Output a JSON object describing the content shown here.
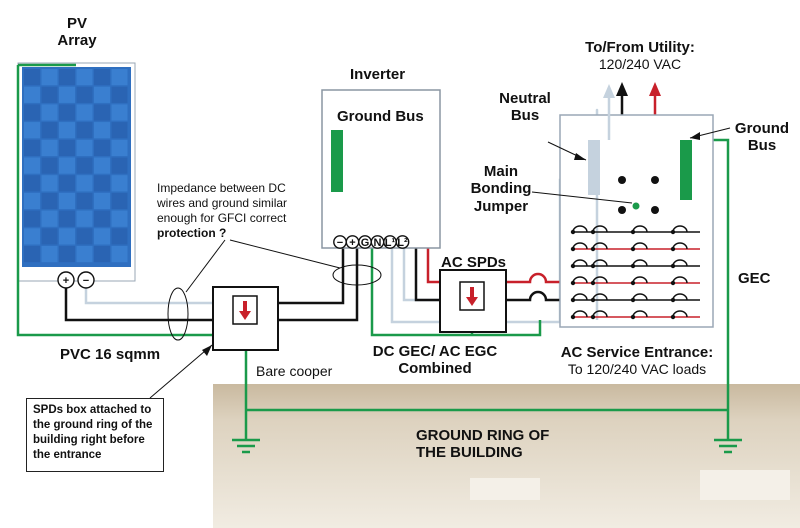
{
  "labels": {
    "pv_array_line1": "PV",
    "pv_array_line2": "Array",
    "inverter": "Inverter",
    "inverter_ground_bus": "Ground Bus",
    "to_from_utility_line1": "To/From Utility:",
    "to_from_utility_line2": "120/240 VAC",
    "neutral_bus_line1": "Neutral",
    "neutral_bus_line2": "Bus",
    "panel_ground_bus_line1": "Ground",
    "panel_ground_bus_line2": "Bus",
    "main_bonding_line1": "Main",
    "main_bonding_line2": "Bonding",
    "main_bonding_line3": "Jumper",
    "impedance_note_line1": "Impedance between DC",
    "impedance_note_line2": "wires and ground similar",
    "impedance_note_line3": "enough for GFCI correct",
    "impedance_note_line4": "protection ?",
    "ac_spds": "AC SPDs",
    "gec": "GEC",
    "pvc": "PVC 16 sqmm",
    "bare_cooper": "Bare cooper",
    "dc_gec_line1": "DC GEC/ AC EGC",
    "dc_gec_line2": "Combined",
    "ac_service_line1": "AC Service Entrance:",
    "ac_service_line2": "To 120/240 VAC loads",
    "spds_box_note": "SPDs box attached to the ground ring of the building right before the entrance",
    "ground_ring_line1": "GROUND RING OF",
    "ground_ring_line2": "THE BUILDING"
  },
  "terminals": {
    "pv": [
      "+",
      "−"
    ],
    "inverter": [
      "−",
      "+",
      "G",
      "N",
      "L¹",
      "L²"
    ]
  },
  "colors": {
    "ground": "#1a9a4a",
    "hot_red": "#c8202a",
    "neutral_gray": "#c5d2de",
    "wire_black": "#111111",
    "panel_blue": "#2f6fc0",
    "earth": "#d9cdb8"
  }
}
